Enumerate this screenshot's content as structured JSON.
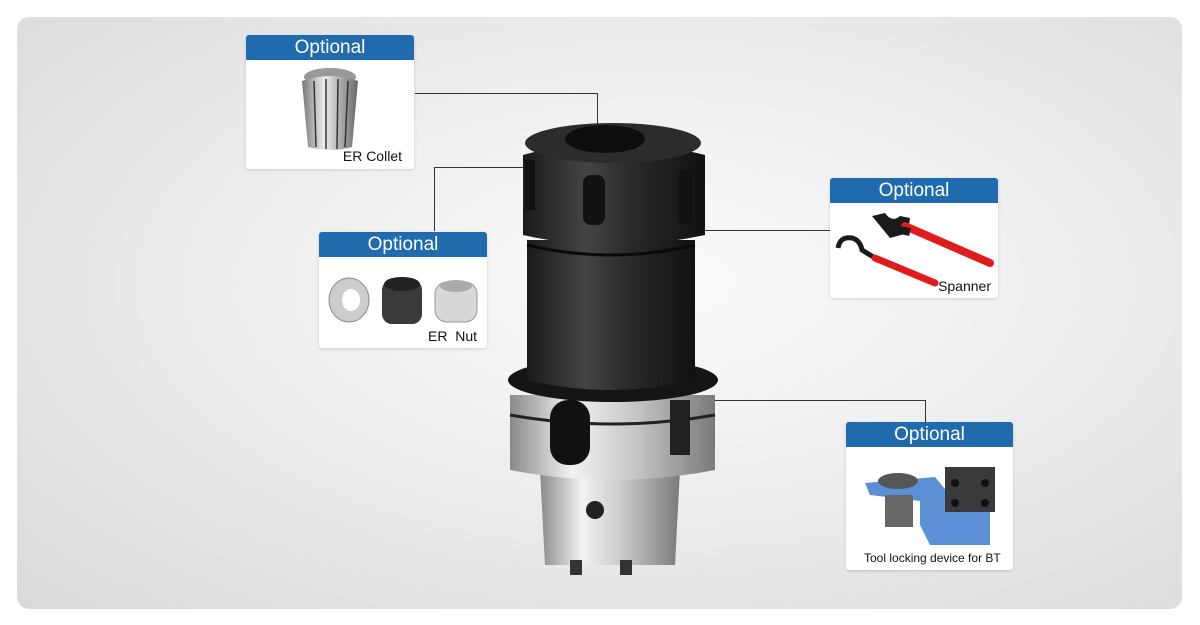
{
  "callouts": [
    {
      "id": "er-collet",
      "header": "Optional",
      "caption": "ER Collet"
    },
    {
      "id": "er-nut",
      "header": "Optional",
      "caption": "ER  Nut"
    },
    {
      "id": "spanner",
      "header": "Optional",
      "caption": "Spanner"
    },
    {
      "id": "tool-locking",
      "header": "Optional",
      "caption": "Tool locking device for BT"
    }
  ],
  "colors": {
    "header_blue": "#1f6bad",
    "spanner_red": "#e01b1b",
    "locking_blue": "#5b8fd6"
  }
}
